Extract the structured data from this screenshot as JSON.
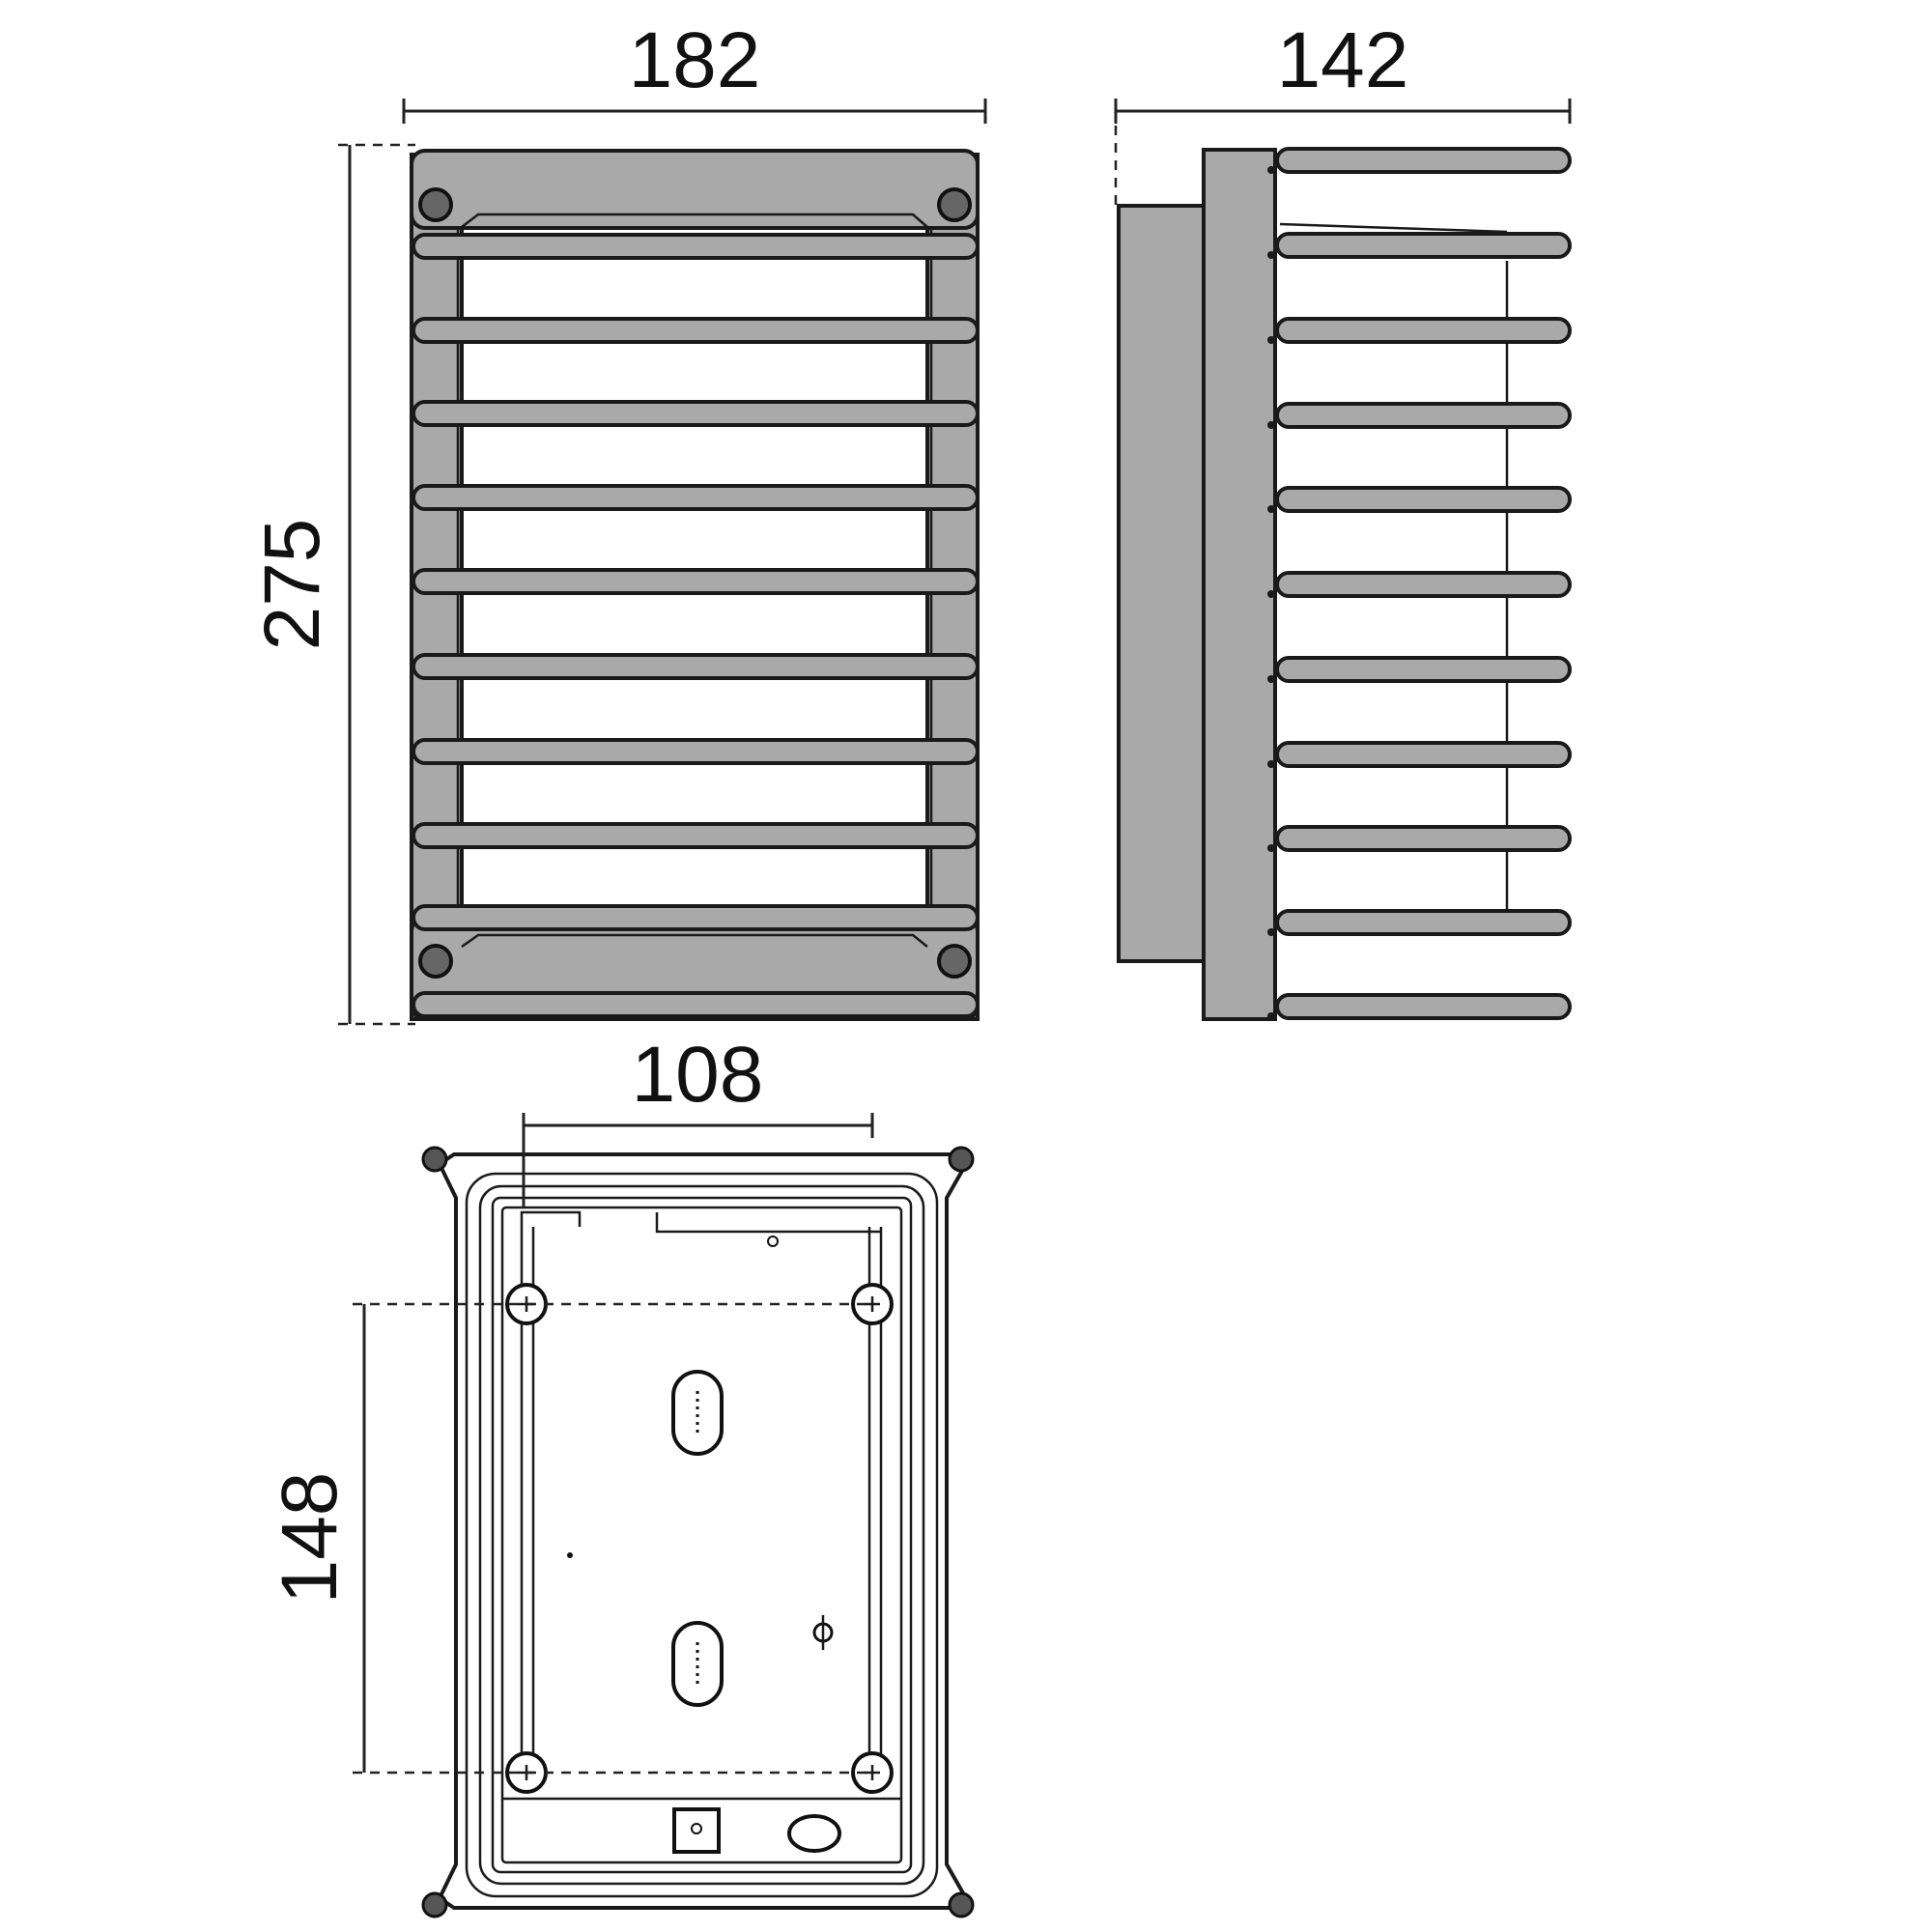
{
  "dimensions": {
    "front_width": "182",
    "side_depth": "142",
    "front_height": "275",
    "mount_width": "108",
    "mount_height": "148"
  },
  "colors": {
    "body_fill": "#a9a9a9",
    "line": "#1a1a1a",
    "background": "#ffffff"
  }
}
